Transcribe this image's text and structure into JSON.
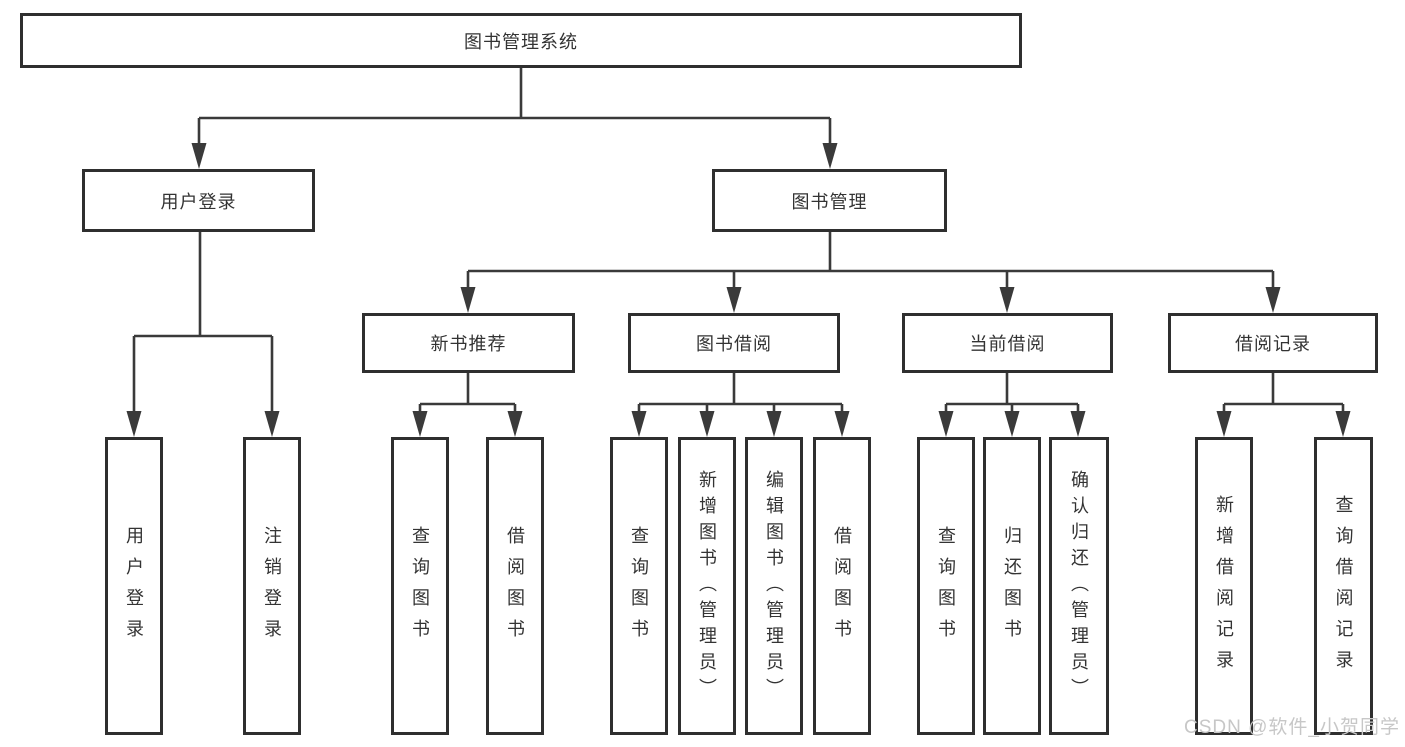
{
  "diagram_type": "functional-structure-tree",
  "tree": {
    "label": "图书管理系统",
    "children": [
      {
        "label": "用户登录",
        "children": [
          {
            "label": "用户登录"
          },
          {
            "label": "注销登录"
          }
        ]
      },
      {
        "label": "图书管理",
        "children": [
          {
            "label": "新书推荐",
            "children": [
              {
                "label": "查询图书"
              },
              {
                "label": "借阅图书"
              }
            ]
          },
          {
            "label": "图书借阅",
            "children": [
              {
                "label": "查询图书"
              },
              {
                "label": "新增图书（管理员）"
              },
              {
                "label": "编辑图书（管理员）"
              },
              {
                "label": "借阅图书"
              }
            ]
          },
          {
            "label": "当前借阅",
            "children": [
              {
                "label": "查询图书"
              },
              {
                "label": "归还图书"
              },
              {
                "label": "确认归还（管理员）"
              }
            ]
          },
          {
            "label": "借阅记录",
            "children": [
              {
                "label": "新增借阅记录"
              },
              {
                "label": "查询借阅记录"
              }
            ]
          }
        ]
      }
    ]
  },
  "watermark": {
    "text": "CSDN @软件_小贺同学"
  },
  "colors": {
    "background": "#ffffff",
    "box_border": "#2f2f2f",
    "line": "#3a3a3a",
    "text": "#333333",
    "watermark": "#c7c7c7"
  }
}
